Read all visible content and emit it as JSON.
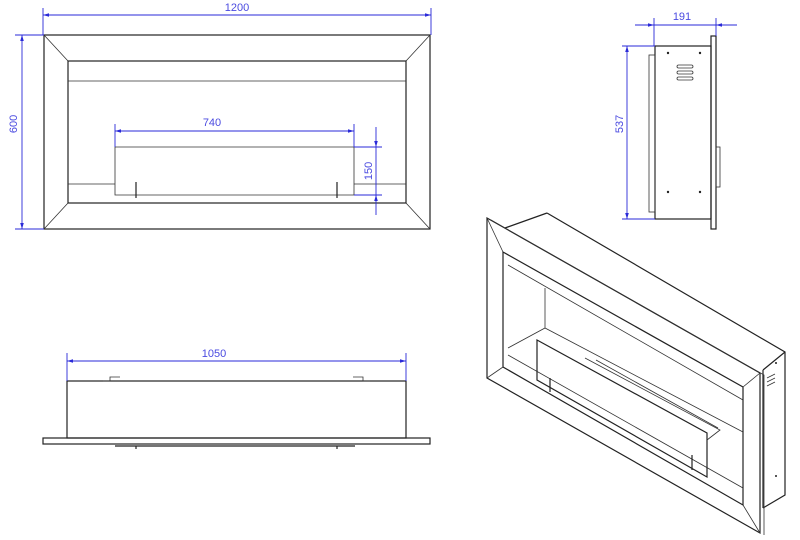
{
  "title": "Recessed bioethanol fireplace insert - technical drawing",
  "dimensions": {
    "front_width": "1200",
    "front_height": "600",
    "burner_width": "740",
    "glass_height": "150",
    "side_depth": "191",
    "side_height": "537",
    "bottom_width": "1050"
  },
  "colors": {
    "dimension": "#2a2ad8",
    "outline": "#222222"
  }
}
